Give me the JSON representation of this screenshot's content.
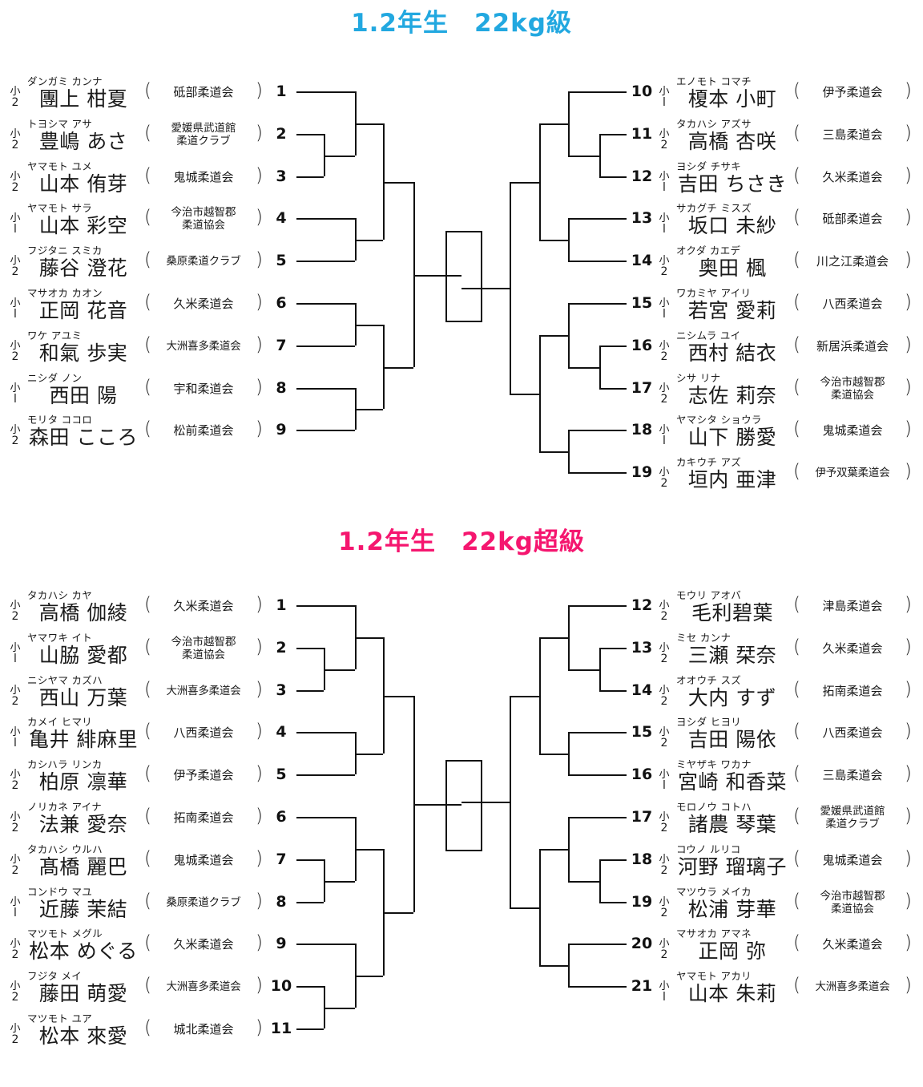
{
  "tournaments": [
    {
      "title": "1.2年生　22kg級",
      "title_color": "#22a8e0",
      "left": [
        {
          "seed": "1",
          "school": "小",
          "year": "2",
          "kana": "ダンガミ カンナ",
          "name": "團上 柑夏",
          "club": "砥部柔道会"
        },
        {
          "seed": "2",
          "school": "小",
          "year": "2",
          "kana": "トヨシマ アサ",
          "name": "豊嶋 あさ",
          "club": "愛媛県武道館\n柔道クラブ"
        },
        {
          "seed": "3",
          "school": "小",
          "year": "2",
          "kana": "ヤマモト ユメ",
          "name": "山本 侑芽",
          "club": "鬼城柔道会"
        },
        {
          "seed": "4",
          "school": "小",
          "year": "l",
          "kana": "ヤマモト サラ",
          "name": "山本 彩空",
          "club": "今治市越智郡\n柔道協会"
        },
        {
          "seed": "5",
          "school": "小",
          "year": "2",
          "kana": "フジタニ スミカ",
          "name": "藤谷 澄花",
          "club": "桑原柔道クラブ"
        },
        {
          "seed": "6",
          "school": "小",
          "year": "l",
          "kana": "マサオカ カオン",
          "name": "正岡 花音",
          "club": "久米柔道会"
        },
        {
          "seed": "7",
          "school": "小",
          "year": "2",
          "kana": "ワケ アユミ",
          "name": "和氣 歩実",
          "club": "大洲喜多柔道会"
        },
        {
          "seed": "8",
          "school": "小",
          "year": "l",
          "kana": "ニシダ ノン",
          "name": "西田 陽",
          "club": "宇和柔道会"
        },
        {
          "seed": "9",
          "school": "小",
          "year": "2",
          "kana": "モリタ ココロ",
          "name": "森田 こころ",
          "club": "松前柔道会"
        }
      ],
      "right": [
        {
          "seed": "10",
          "school": "小",
          "year": "l",
          "kana": "エノモト コマチ",
          "name": "榎本 小町",
          "club": "伊予柔道会"
        },
        {
          "seed": "11",
          "school": "小",
          "year": "2",
          "kana": "タカハシ アズサ",
          "name": "高橋 杏咲",
          "club": "三島柔道会"
        },
        {
          "seed": "12",
          "school": "小",
          "year": "l",
          "kana": "ヨシダ チサキ",
          "name": "吉田 ちさき",
          "club": "久米柔道会"
        },
        {
          "seed": "13",
          "school": "小",
          "year": "l",
          "kana": "サカグチ ミスズ",
          "name": "坂口 未紗",
          "club": "砥部柔道会"
        },
        {
          "seed": "14",
          "school": "小",
          "year": "2",
          "kana": "オクダ カエデ",
          "name": "奥田 楓",
          "club": "川之江柔道会"
        },
        {
          "seed": "15",
          "school": "小",
          "year": "l",
          "kana": "ワカミヤ アイリ",
          "name": "若宮 愛莉",
          "club": "八西柔道会"
        },
        {
          "seed": "16",
          "school": "小",
          "year": "2",
          "kana": "ニシムラ ユイ",
          "name": "西村 結衣",
          "club": "新居浜柔道会"
        },
        {
          "seed": "17",
          "school": "小",
          "year": "2",
          "kana": "シサ リナ",
          "name": "志佐 莉奈",
          "club": "今治市越智郡\n柔道協会"
        },
        {
          "seed": "18",
          "school": "小",
          "year": "l",
          "kana": "ヤマシタ ショウラ",
          "name": "山下 勝愛",
          "club": "鬼城柔道会"
        },
        {
          "seed": "19",
          "school": "小",
          "year": "2",
          "kana": "カキウチ アズ",
          "name": "垣内 亜津",
          "club": "伊予双葉柔道会"
        }
      ]
    },
    {
      "title": "1.2年生　22kg超級",
      "title_color": "#f5166f",
      "left": [
        {
          "seed": "1",
          "school": "小",
          "year": "2",
          "kana": "タカハシ カヤ",
          "name": "高橋 伽綾",
          "club": "久米柔道会"
        },
        {
          "seed": "2",
          "school": "小",
          "year": "l",
          "kana": "ヤマワキ イト",
          "name": "山脇 愛都",
          "club": "今治市越智郡\n柔道協会"
        },
        {
          "seed": "3",
          "school": "小",
          "year": "2",
          "kana": "ニシヤマ カズハ",
          "name": "西山 万葉",
          "club": "大洲喜多柔道会"
        },
        {
          "seed": "4",
          "school": "小",
          "year": "l",
          "kana": "カメイ ヒマリ",
          "name": "亀井 緋麻里",
          "club": "八西柔道会"
        },
        {
          "seed": "5",
          "school": "小",
          "year": "2",
          "kana": "カシハラ リンカ",
          "name": "柏原 凛華",
          "club": "伊予柔道会"
        },
        {
          "seed": "6",
          "school": "小",
          "year": "2",
          "kana": "ノリカネ アイナ",
          "name": "法兼 愛奈",
          "club": "拓南柔道会"
        },
        {
          "seed": "7",
          "school": "小",
          "year": "2",
          "kana": "タカハシ ウルハ",
          "name": "髙橋 麗巴",
          "club": "鬼城柔道会"
        },
        {
          "seed": "8",
          "school": "小",
          "year": "l",
          "kana": "コンドウ マユ",
          "name": "近藤 茉結",
          "club": "桑原柔道クラブ"
        },
        {
          "seed": "9",
          "school": "小",
          "year": "2",
          "kana": "マツモト メグル",
          "name": "松本 めぐる",
          "club": "久米柔道会"
        },
        {
          "seed": "10",
          "school": "小",
          "year": "2",
          "kana": "フジタ メイ",
          "name": "藤田 萌愛",
          "club": "大洲喜多柔道会"
        },
        {
          "seed": "11",
          "school": "小",
          "year": "2",
          "kana": "マツモト ユア",
          "name": "松本 來愛",
          "club": "城北柔道会"
        }
      ],
      "right": [
        {
          "seed": "12",
          "school": "小",
          "year": "2",
          "kana": "モウリ アオバ",
          "name": "毛利碧葉",
          "club": "津島柔道会"
        },
        {
          "seed": "13",
          "school": "小",
          "year": "2",
          "kana": "ミセ カンナ",
          "name": "三瀬 栞奈",
          "club": "久米柔道会"
        },
        {
          "seed": "14",
          "school": "小",
          "year": "2",
          "kana": "オオウチ スズ",
          "name": "大内 すず",
          "club": "拓南柔道会"
        },
        {
          "seed": "15",
          "school": "小",
          "year": "2",
          "kana": "ヨシダ ヒヨリ",
          "name": "吉田 陽依",
          "club": "八西柔道会"
        },
        {
          "seed": "16",
          "school": "小",
          "year": "l",
          "kana": "ミヤザキ ワカナ",
          "name": "宮崎 和香菜",
          "club": "三島柔道会"
        },
        {
          "seed": "17",
          "school": "小",
          "year": "2",
          "kana": "モロノウ コトハ",
          "name": "諸農 琴葉",
          "club": "愛媛県武道館\n柔道クラブ"
        },
        {
          "seed": "18",
          "school": "小",
          "year": "2",
          "kana": "コウノ ルリコ",
          "name": "河野 瑠璃子",
          "club": "鬼城柔道会"
        },
        {
          "seed": "19",
          "school": "小",
          "year": "2",
          "kana": "マツウラ メイカ",
          "name": "松浦 芽華",
          "club": "今治市越智郡\n柔道協会"
        },
        {
          "seed": "20",
          "school": "小",
          "year": "2",
          "kana": "マサオカ アマネ",
          "name": "正岡 弥",
          "club": "久米柔道会"
        },
        {
          "seed": "21",
          "school": "小",
          "year": "l",
          "kana": "ヤマモト アカリ",
          "name": "山本 朱莉",
          "club": "大洲喜多柔道会"
        }
      ]
    }
  ]
}
